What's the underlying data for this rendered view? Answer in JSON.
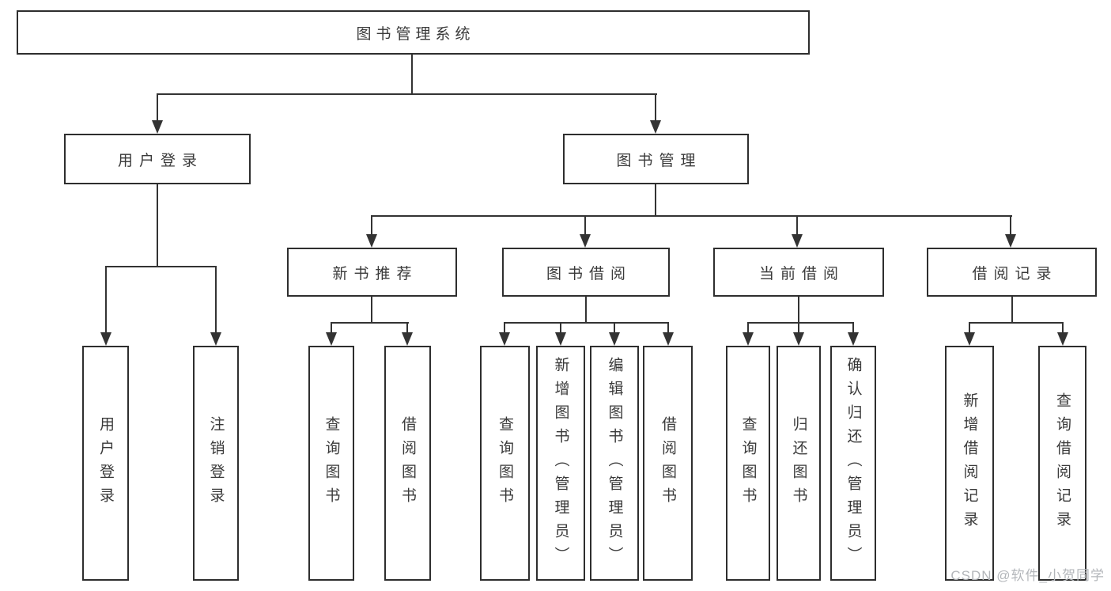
{
  "diagram": {
    "root": {
      "label": "图书管理系统"
    },
    "level2": [
      {
        "label": "用户登录"
      },
      {
        "label": "图书管理"
      }
    ],
    "level3": [
      {
        "label": "新书推荐"
      },
      {
        "label": "图书借阅"
      },
      {
        "label": "当前借阅"
      },
      {
        "label": "借阅记录"
      }
    ],
    "leaves": {
      "user_login": [
        "用户登录",
        "注销登录"
      ],
      "new_book": [
        "查询图书",
        "借阅图书"
      ],
      "book_borrow": [
        "查询图书",
        "新增图书（管理员）",
        "编辑图书（管理员）",
        "借阅图书"
      ],
      "current_borrow": [
        "查询图书",
        "归还图书",
        "确认归还（管理员）"
      ],
      "borrow_record": [
        "新增借阅记录",
        "查询借阅记录"
      ]
    },
    "colors": {
      "line": "#333333",
      "border": "#2e2e2e",
      "text": "#3a3a3a",
      "watermark": "#b3b6ba"
    },
    "watermark": "CSDN @软件_小贺同学"
  }
}
